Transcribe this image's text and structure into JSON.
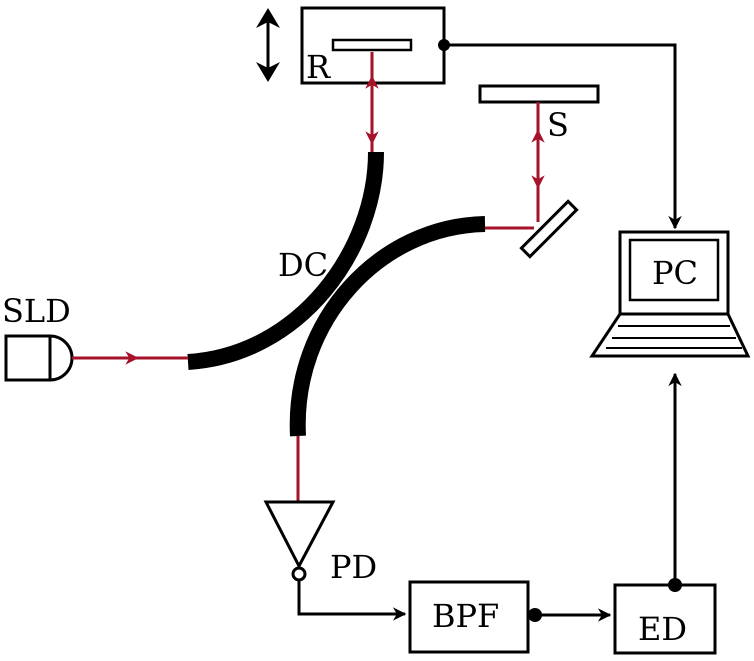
{
  "colors": {
    "ink": "#000000",
    "beam": "#a5122a",
    "background": "#ffffff"
  },
  "icons": {
    "translation": "double-arrow-icon",
    "computer": "laptop-icon"
  },
  "labels": {
    "source": "SLD",
    "coupler": "DC",
    "reference": "R",
    "sample": "S",
    "computer": "PC",
    "photodetector": "PD",
    "filter": "BPF",
    "envelope_detector": "ED"
  }
}
